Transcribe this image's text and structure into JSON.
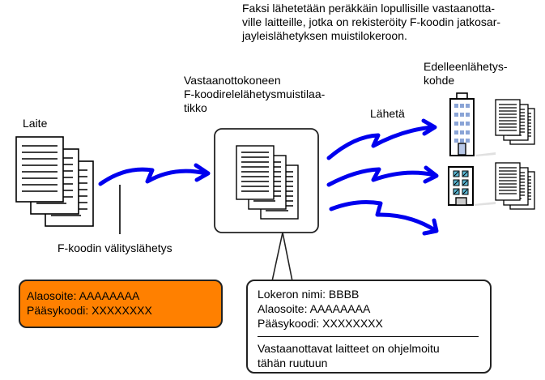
{
  "description": {
    "lines": [
      "Faksi lähetetään peräkkäin lopullisille vastaanotta-",
      "ville laitteille, jotka on rekisteröity F-koodin jatkosar-",
      "jayleislähetyksen muistilokeroon."
    ]
  },
  "labels": {
    "device": "Laite",
    "relay_send": "F-koodin välityslähetys",
    "mailbox_title": [
      "Vastaanottokoneen",
      "F-koodirelelähetysmuistilaa-",
      "tikko"
    ],
    "send": "Lähetä",
    "forward_destination": [
      "Edelleenlähetys-",
      "kohde"
    ]
  },
  "sender_box": {
    "lines": [
      "Alaosoite: AAAAAAAA",
      "Pääsykoodi: XXXXXXXX"
    ],
    "color": "#ff8000"
  },
  "mailbox_info": {
    "lines": [
      "Lokeron nimi: BBBB",
      "Alaosoite: AAAAAAAA",
      "Pääsykoodi: XXXXXXXX"
    ],
    "note_lines": [
      "Vastaanottavat laitteet on ohjelmoitu",
      "tähän ruutuun"
    ]
  },
  "colors": {
    "arrow": "#0000ee",
    "building_window_blue": "#8aa4d6",
    "building_window_teal": "#5bb8d4"
  },
  "icons": {
    "sender_documents": "document-stack-icon",
    "mailbox_documents": "document-stack-icon",
    "destination_1": "office-building-icon",
    "destination_2": "apartment-building-icon",
    "transmission": "zigzag-arrow-icon"
  }
}
